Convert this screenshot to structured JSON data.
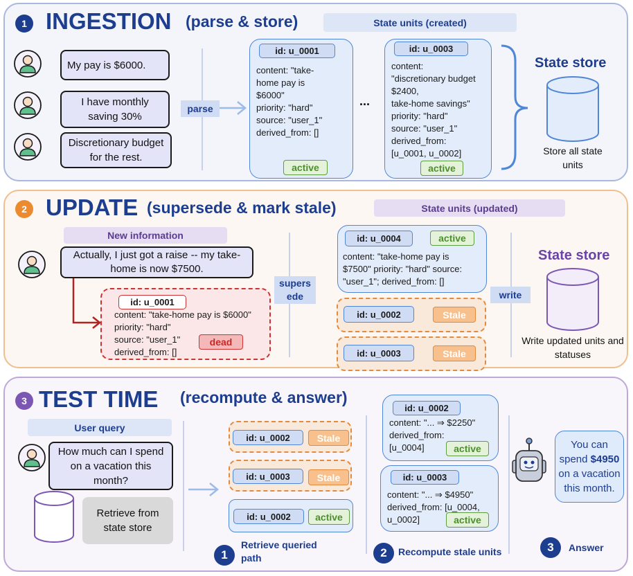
{
  "ingestion": {
    "num": "1",
    "title": "INGESTION",
    "subtitle": "(parse & store)",
    "units_header": "State units (created)",
    "bubbles": [
      "My pay is $6000.",
      "I have monthly saving 30%",
      "Discretionary budget for the rest."
    ],
    "parse_label": "parse",
    "ellipsis": "...",
    "unit1": {
      "id": "id: u_0001",
      "content": "content: \"take-\nhome pay is\n$6000\"\npriority: \"hard\"\nsource: \"user_1\"\nderived_from: []",
      "status": "active"
    },
    "unit3": {
      "id": "id: u_0003",
      "content": "content:\n\"discretionary budget\n$2400,\ntake-home savings\"\npriority: \"hard\"\nsource: \"user_1\"\nderived_from:\n[u_0001, u_0002]",
      "status": "active"
    },
    "store_title": "State store",
    "store_sub": "Store all state units"
  },
  "update": {
    "num": "2",
    "title": "UPDATE",
    "subtitle": "(supersede & mark stale)",
    "units_header": "State units (updated)",
    "new_info_header": "New information",
    "bubble": "Actually, I just got a raise -- my take-home is now $7500.",
    "dead_unit": {
      "id": "id: u_0001",
      "content": "content: \"take-home pay is $6000\"\npriority: \"hard\"\nsource: \"user_1\"\nderived_from: []",
      "status": "dead"
    },
    "supersede_label": "supers\nede",
    "unit4": {
      "id": "id: u_0004",
      "status": "active",
      "content": "content: \"take-home pay is\n$7500\" priority: \"hard\" source:\n\"user_1\"; derived_from: []"
    },
    "stale_units": [
      {
        "id": "id: u_0002",
        "status": "Stale"
      },
      {
        "id": "id: u_0003",
        "status": "Stale"
      }
    ],
    "write_label": "write",
    "store_title": "State store",
    "store_sub": "Write updated units and statuses"
  },
  "test": {
    "num": "3",
    "title": "TEST TIME",
    "subtitle": "(recompute & answer)",
    "query_header": "User query",
    "query": "How much can I spend on a vacation this month?",
    "retrieve_box": "Retrieve from state store",
    "retrieved": [
      {
        "id": "id: u_0002",
        "status": "Stale"
      },
      {
        "id": "id: u_0003",
        "status": "Stale"
      },
      {
        "id": "id: u_0002",
        "status": "active"
      }
    ],
    "recomputed": [
      {
        "id": "id: u_0002",
        "content": "content: \"... ⇒ $2250\"\nderived_from:\n[u_0004]",
        "status": "active"
      },
      {
        "id": "id: u_0003",
        "content": "content: \"... ⇒ $4950\"\nderived_from: [u_0004,\nu_0002]",
        "status": "active"
      }
    ],
    "answer_pre": "You can spend",
    "answer_amount": "$4950",
    "answer_post": "on a vacation this month.",
    "steps": [
      {
        "num": "1",
        "label": "Retrieve queried path"
      },
      {
        "num": "2",
        "label": "Recompute stale units"
      },
      {
        "num": "3",
        "label": "Answer"
      }
    ]
  },
  "colors": {
    "navy": "#1d3d8f",
    "blue_accent": "#4f86d6",
    "active_green": "#5f9c3f",
    "stale_orange": "#e38a3c",
    "dead_red": "#cc3333",
    "purple": "#7b57b3"
  },
  "icons": [
    "user-avatar-icon",
    "database-cylinder-icon",
    "robot-icon",
    "arrow-icon",
    "bracket-icon"
  ]
}
